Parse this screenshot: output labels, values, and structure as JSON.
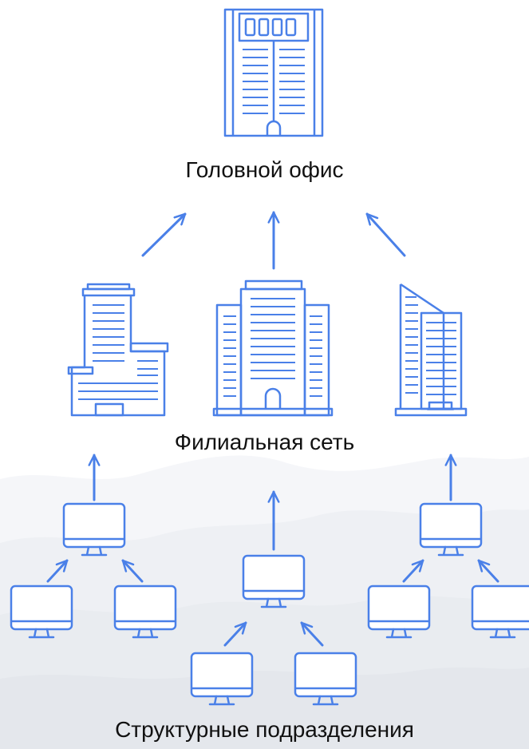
{
  "labels": {
    "head_office": "Головной офис",
    "branch_network": "Филиальная сеть",
    "structural_units": "Структурные подразделения"
  },
  "icons": {
    "head_office": "office-tower-icon",
    "branches": [
      "stepped-tower-icon",
      "wide-office-building-icon",
      "slanted-tower-icon"
    ],
    "units": "monitor-icon"
  },
  "colors": {
    "accent": "#4a80e8",
    "text": "#111111",
    "background": "#ffffff",
    "mountain_light": "#f2f4f7",
    "mountain_mid": "#eaedf1"
  }
}
